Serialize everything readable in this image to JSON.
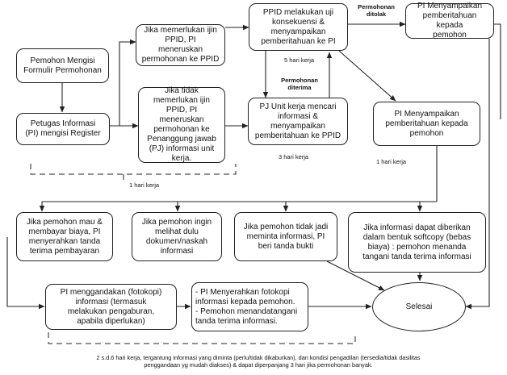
{
  "nodes": {
    "pemohon_mengisi": "Pemohon Mengisi\nFormulir Permohonan",
    "petugas_register": "Petugas Informasi\n(PI) mengisi Register",
    "jika_memerlukan": "Jika memerlukan ijin\nPPID, PI\nmeneruskan\npermohonan ke PPID",
    "jika_tidak": "Jika tidak\nmemerlukan ijin\nPPID, PI\nmeneruskan\npermohonan ke\nPenanggung jawab\n(PJ) informasi unit\nkerja.",
    "ppid_uji": "PPID melakukan uji\nkonsekuensi &\nmenyampaikan\npemberitahuan ke PI",
    "pj_unit": "PJ Unit kerja mencari\ninformasi &\nmenyampaikan\npemberitahuan ke PPID",
    "pi_ditolak": "PI Menyampaikan\npemberitahuan kepada\npemohon",
    "pi_pemberitahuan": "PI Menyampaikan\npemberitahuan kepada\npemohon",
    "biaya": "Jika pemohon mau &\nmembayar biaya, PI\nmenyerahkan tanda\nterima pembayaran",
    "melihat": "Jika pemohon ingin\nmelihat dulu\ndokumen/naskah\ninformasi",
    "tidak_jadi": "Jika pemohon tidak jadi\nmeminta informasi, PI\nberi tanda bukti",
    "softcopy": "Jika informasi dapat diberikan\ndalam bentuk softcopy (bebas\nbiaya) : pemohon menanda\ntangani tanda terima informasi",
    "menggandakan": "PI menggandakan (fotokopi)\ninformasi (termasuk\nmelakukan pengaburan,\napabila diperlukan)",
    "menyerahkan": "- PI Menyerahkan fotokopi\n  informasi kepada pemohon.\n- Pemohon menandatangani\n  tanda terima informasi.",
    "selesai": "Selesai"
  },
  "labels": {
    "ditolak": "Permohonan\nditolak",
    "diterima": "Permohonan\nditerima",
    "lima_hari": "5 hari kerja",
    "tiga_hari": "3 hari kerja",
    "satu_hari_kanan": "1 hari kerja",
    "satu_hari_bawah": "1 hari kerja",
    "footnote": "2 s.d.6 hari kerja, tergantung informasi yang diminta (perlu/tidak dikaburkan), dan kondisi pengadilan (tersedia/tidak dasilitas\npenggandaan yg mudah diakses) & dapat diperpanjang 3 hari jika permohonan banyak."
  },
  "colors": {
    "line": "#222222",
    "background": "#ffffff"
  }
}
